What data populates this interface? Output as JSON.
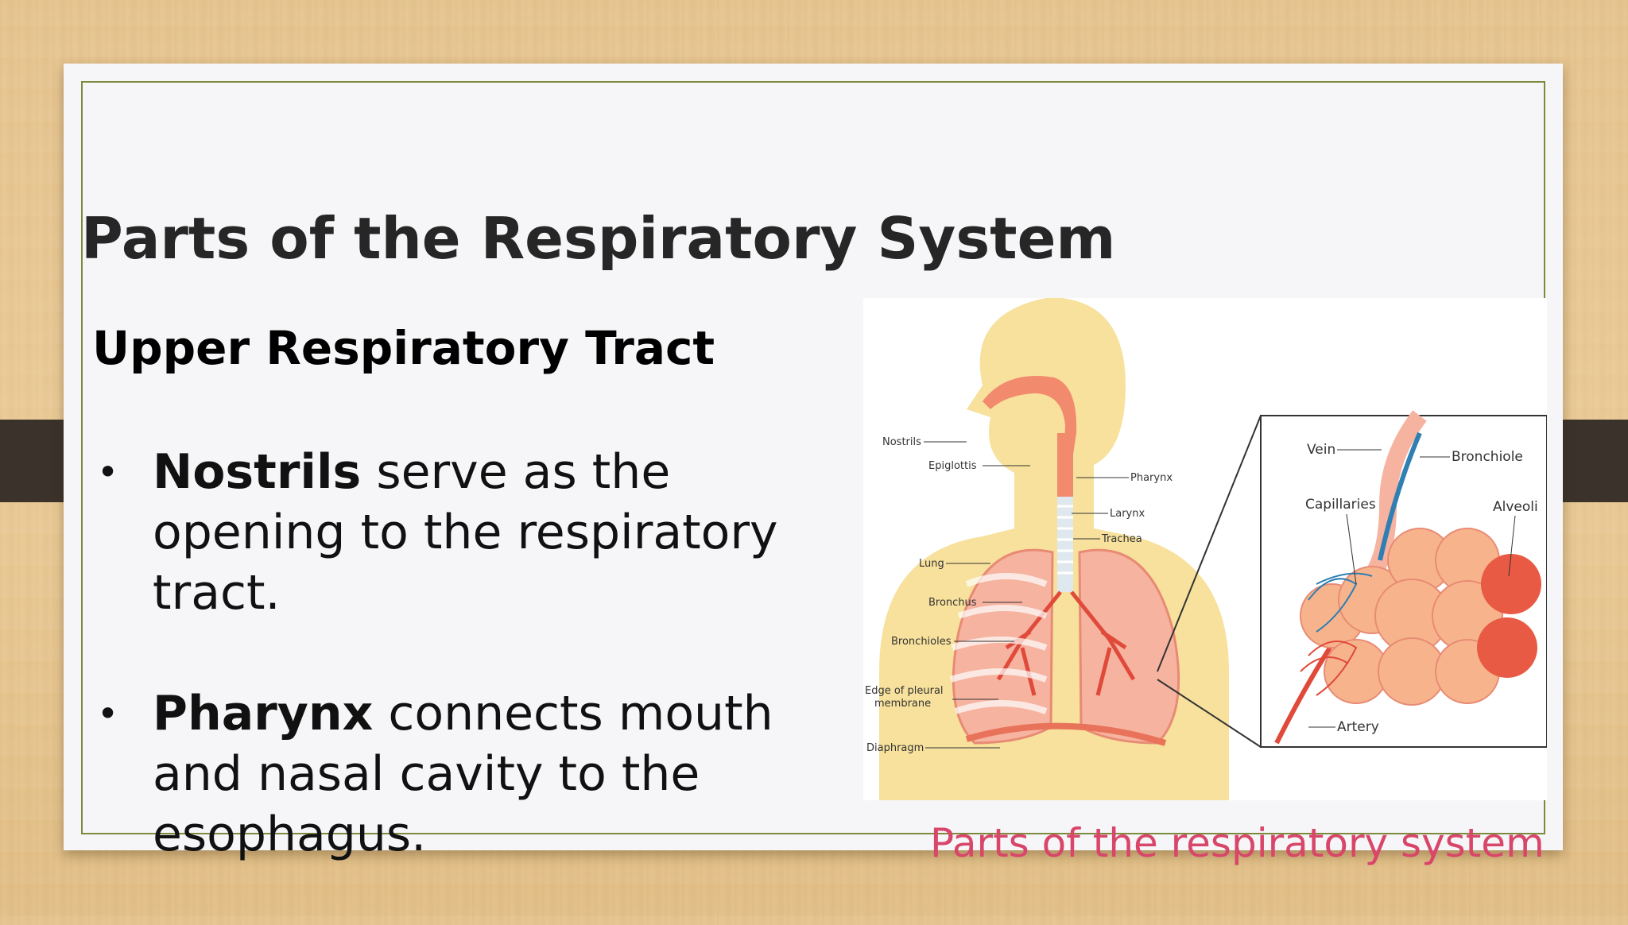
{
  "slide": {
    "title": "Parts of the Respiratory System",
    "subtitle": "Upper Respiratory Tract",
    "bullets": [
      {
        "term": "Nostrils",
        "text": " serve as the opening to the respiratory tract."
      },
      {
        "term": "Pharynx",
        "text": " connects mouth and nasal cavity to the esophagus."
      }
    ],
    "caption": "Parts of the respiratory system"
  },
  "figure": {
    "labels": {
      "nostrils": "Nostrils",
      "epiglottis": "Epiglottis",
      "pharynx": "Pharynx",
      "larynx": "Larynx",
      "trachea": "Trachea",
      "lung": "Lung",
      "bronchus": "Bronchus",
      "bronchioles": "Bronchioles",
      "pleural1": "Edge of pleural",
      "pleural2": "membrane",
      "diaphragm": "Diaphragm",
      "vein": "Vein",
      "bronchiole": "Bronchiole",
      "capillaries": "Capillaries",
      "alveoli": "Alveoli",
      "artery": "Artery"
    }
  },
  "colors": {
    "body": "#f7e19c",
    "airway": "#f28a6e",
    "lung": "#f6b3a0",
    "caption": "#d8466a",
    "frame": "#7c8a3c",
    "tape": "#3b322c"
  }
}
